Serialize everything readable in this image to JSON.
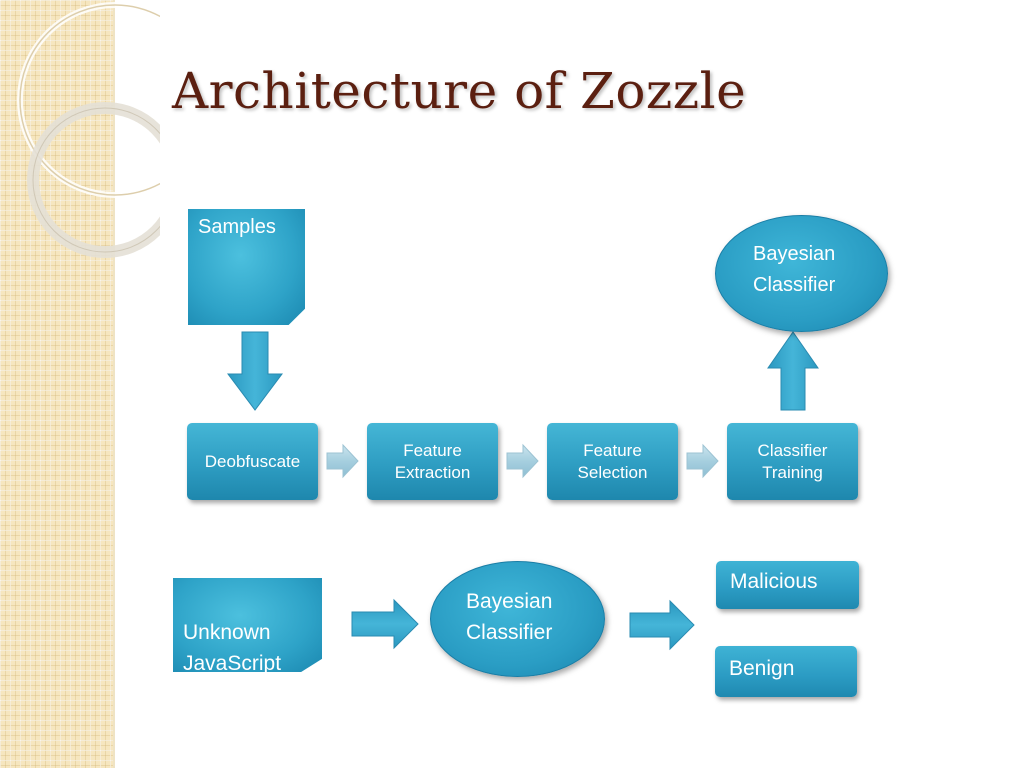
{
  "slide": {
    "title": "Architecture of Zozzle"
  },
  "training_pipeline": {
    "samples_label": "Samples",
    "steps": [
      "Deobfuscate",
      "Feature\nExtraction",
      "Feature\nSelection",
      "Classifier\nTraining"
    ],
    "output_label": "Bayesian\nClassifier"
  },
  "detection_pipeline": {
    "input_label": "Unknown\nJavaScript",
    "classifier_label": "Bayesian\nClassifier",
    "outcomes": [
      "Malicious",
      "Benign"
    ]
  },
  "colors": {
    "shape_fill": "#2e9dc2",
    "title_text": "#5b1f10",
    "sidebar": "#f6e6bf"
  }
}
